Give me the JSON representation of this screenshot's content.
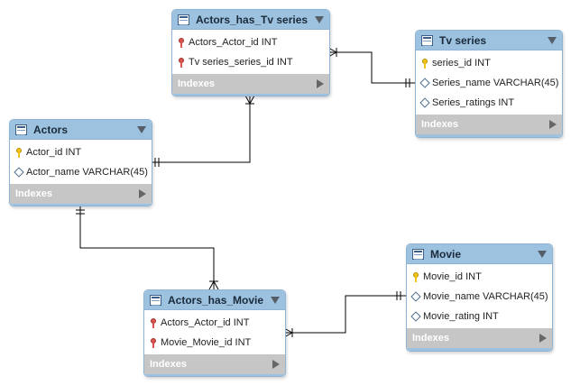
{
  "diagram": {
    "tables": [
      {
        "key": "actors_tv",
        "name": "Actors_has_Tv series",
        "columns": [
          {
            "key_type": "fk",
            "label": "Actors_Actor_id INT"
          },
          {
            "key_type": "fk",
            "label": "Tv series_series_id INT"
          }
        ],
        "indexes_label": "Indexes"
      },
      {
        "key": "tv_series",
        "name": "Tv series",
        "columns": [
          {
            "key_type": "pk",
            "label": "series_id INT"
          },
          {
            "key_type": "attr",
            "label": "Series_name VARCHAR(45)"
          },
          {
            "key_type": "attr",
            "label": "Series_ratings INT"
          }
        ],
        "indexes_label": "Indexes"
      },
      {
        "key": "actors",
        "name": "Actors",
        "columns": [
          {
            "key_type": "pk",
            "label": "Actor_id INT"
          },
          {
            "key_type": "attr",
            "label": "Actor_name VARCHAR(45)"
          }
        ],
        "indexes_label": "Indexes"
      },
      {
        "key": "movie",
        "name": "Movie",
        "columns": [
          {
            "key_type": "pk",
            "label": "Movie_id INT"
          },
          {
            "key_type": "attr",
            "label": "Movie_name VARCHAR(45)"
          },
          {
            "key_type": "attr",
            "label": "Movie_rating INT"
          }
        ],
        "indexes_label": "Indexes"
      },
      {
        "key": "actors_movie",
        "name": "Actors_has_Movie",
        "columns": [
          {
            "key_type": "fk",
            "label": "Actors_Actor_id INT"
          },
          {
            "key_type": "fk",
            "label": "Movie_Movie_id INT"
          }
        ],
        "indexes_label": "Indexes"
      }
    ],
    "relationships": [
      {
        "from": "actors",
        "from_card": "one",
        "to": "actors_tv",
        "to_card": "many"
      },
      {
        "from": "tv_series",
        "from_card": "one",
        "to": "actors_tv",
        "to_card": "many"
      },
      {
        "from": "actors",
        "from_card": "one",
        "to": "actors_movie",
        "to_card": "many"
      },
      {
        "from": "movie",
        "from_card": "one",
        "to": "actors_movie",
        "to_card": "many"
      }
    ],
    "colors": {
      "header": "#9dc2df",
      "indexes_bar": "#c6c6c6",
      "connector": "#000000"
    }
  }
}
